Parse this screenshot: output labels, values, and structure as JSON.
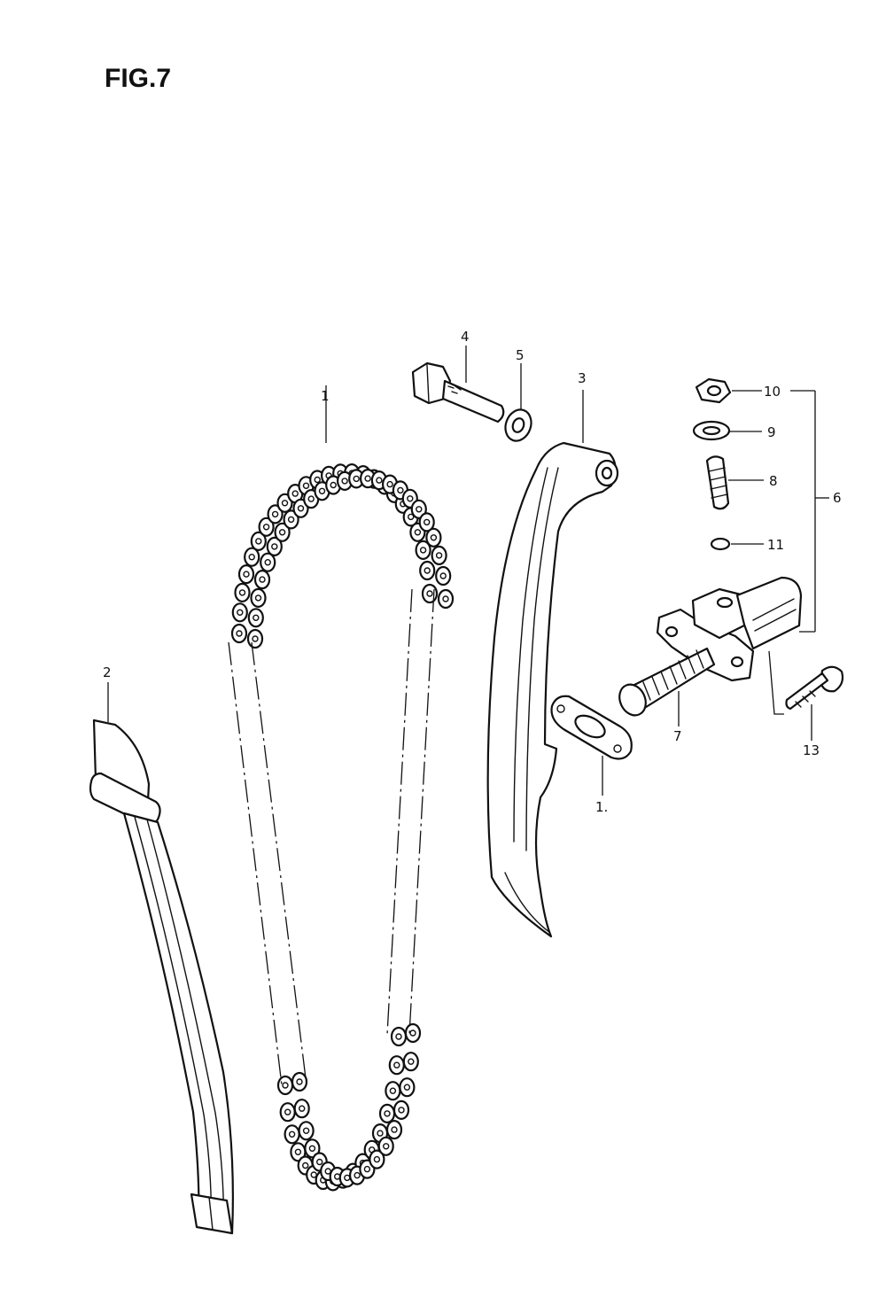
{
  "figure": {
    "title": "FIG.7"
  },
  "callouts": [
    {
      "id": "1",
      "label": "1"
    },
    {
      "id": "2",
      "label": "2"
    },
    {
      "id": "3",
      "label": "3"
    },
    {
      "id": "4",
      "label": "4"
    },
    {
      "id": "5",
      "label": "5"
    },
    {
      "id": "6",
      "label": "6"
    },
    {
      "id": "7",
      "label": "7"
    },
    {
      "id": "8",
      "label": "8"
    },
    {
      "id": "9",
      "label": "9"
    },
    {
      "id": "10",
      "label": "10"
    },
    {
      "id": "11",
      "label": "11"
    },
    {
      "id": "12",
      "label": "1."
    },
    {
      "id": "13",
      "label": "13"
    }
  ]
}
